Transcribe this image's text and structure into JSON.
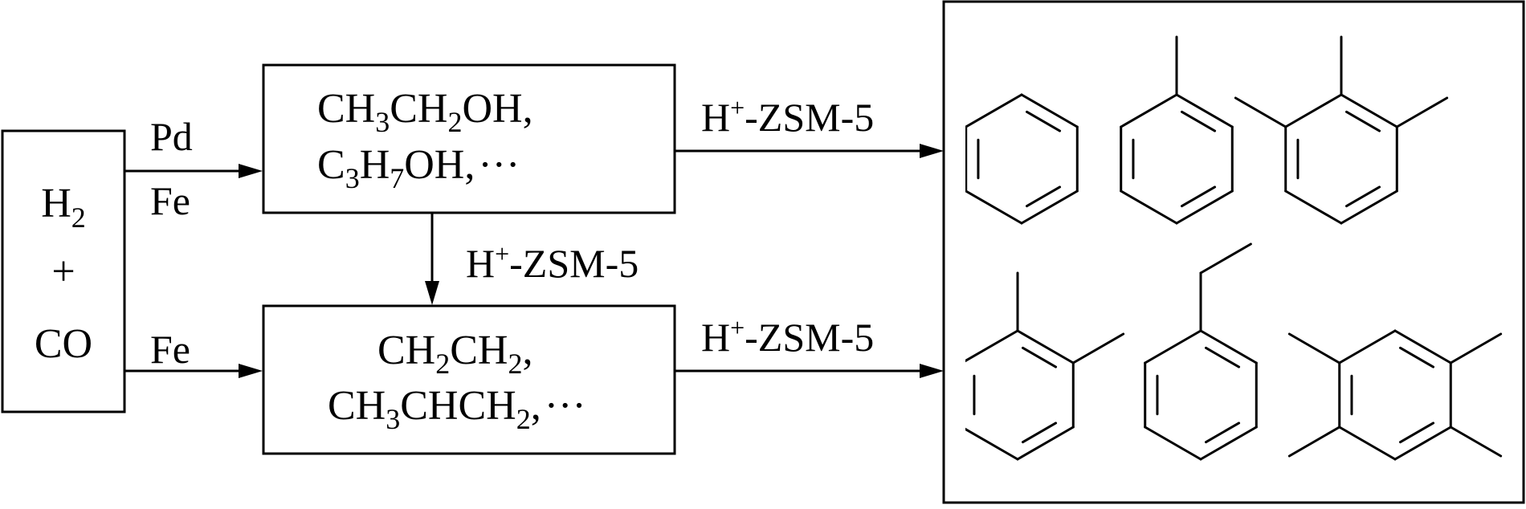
{
  "feed": {
    "line1_main": "H",
    "line1_sub": "2",
    "line2": "+",
    "line3": "CO"
  },
  "catalysts": {
    "top_label": "Pd",
    "middle_label": "Fe",
    "bottom_label": "Fe"
  },
  "alcohols": {
    "line1": {
      "a": "CH",
      "a_sub": "3",
      "b": "CH",
      "b_sub": "2",
      "c": "OH,"
    },
    "line2": {
      "a": "C",
      "a_sub": "3",
      "b": "H",
      "b_sub": "7",
      "c": "OH,",
      "ellipsis": "···"
    }
  },
  "olefins": {
    "line1": {
      "a": "CH",
      "a_sub": "2",
      "b": "CH",
      "b_sub": "2",
      "c": ","
    },
    "line2": {
      "a": "CH",
      "a_sub": "3",
      "b": "CHCH",
      "b_sub": "2",
      "c": ",",
      "ellipsis": "···"
    }
  },
  "zeolite": {
    "top_main": "H",
    "top_sup": "+",
    "top_rest": "-ZSM-5",
    "middle_main": "H",
    "middle_sup": "+",
    "middle_rest": "-ZSM-5",
    "bottom_main": "H",
    "bottom_sup": "+",
    "bottom_rest": "-ZSM-5"
  },
  "aromatics": [
    "benzene",
    "toluene",
    "1,2,3-trimethylbenzene",
    "o-xylene",
    "ethylbenzene",
    "1,2,4,5-tetramethylbenzene"
  ]
}
